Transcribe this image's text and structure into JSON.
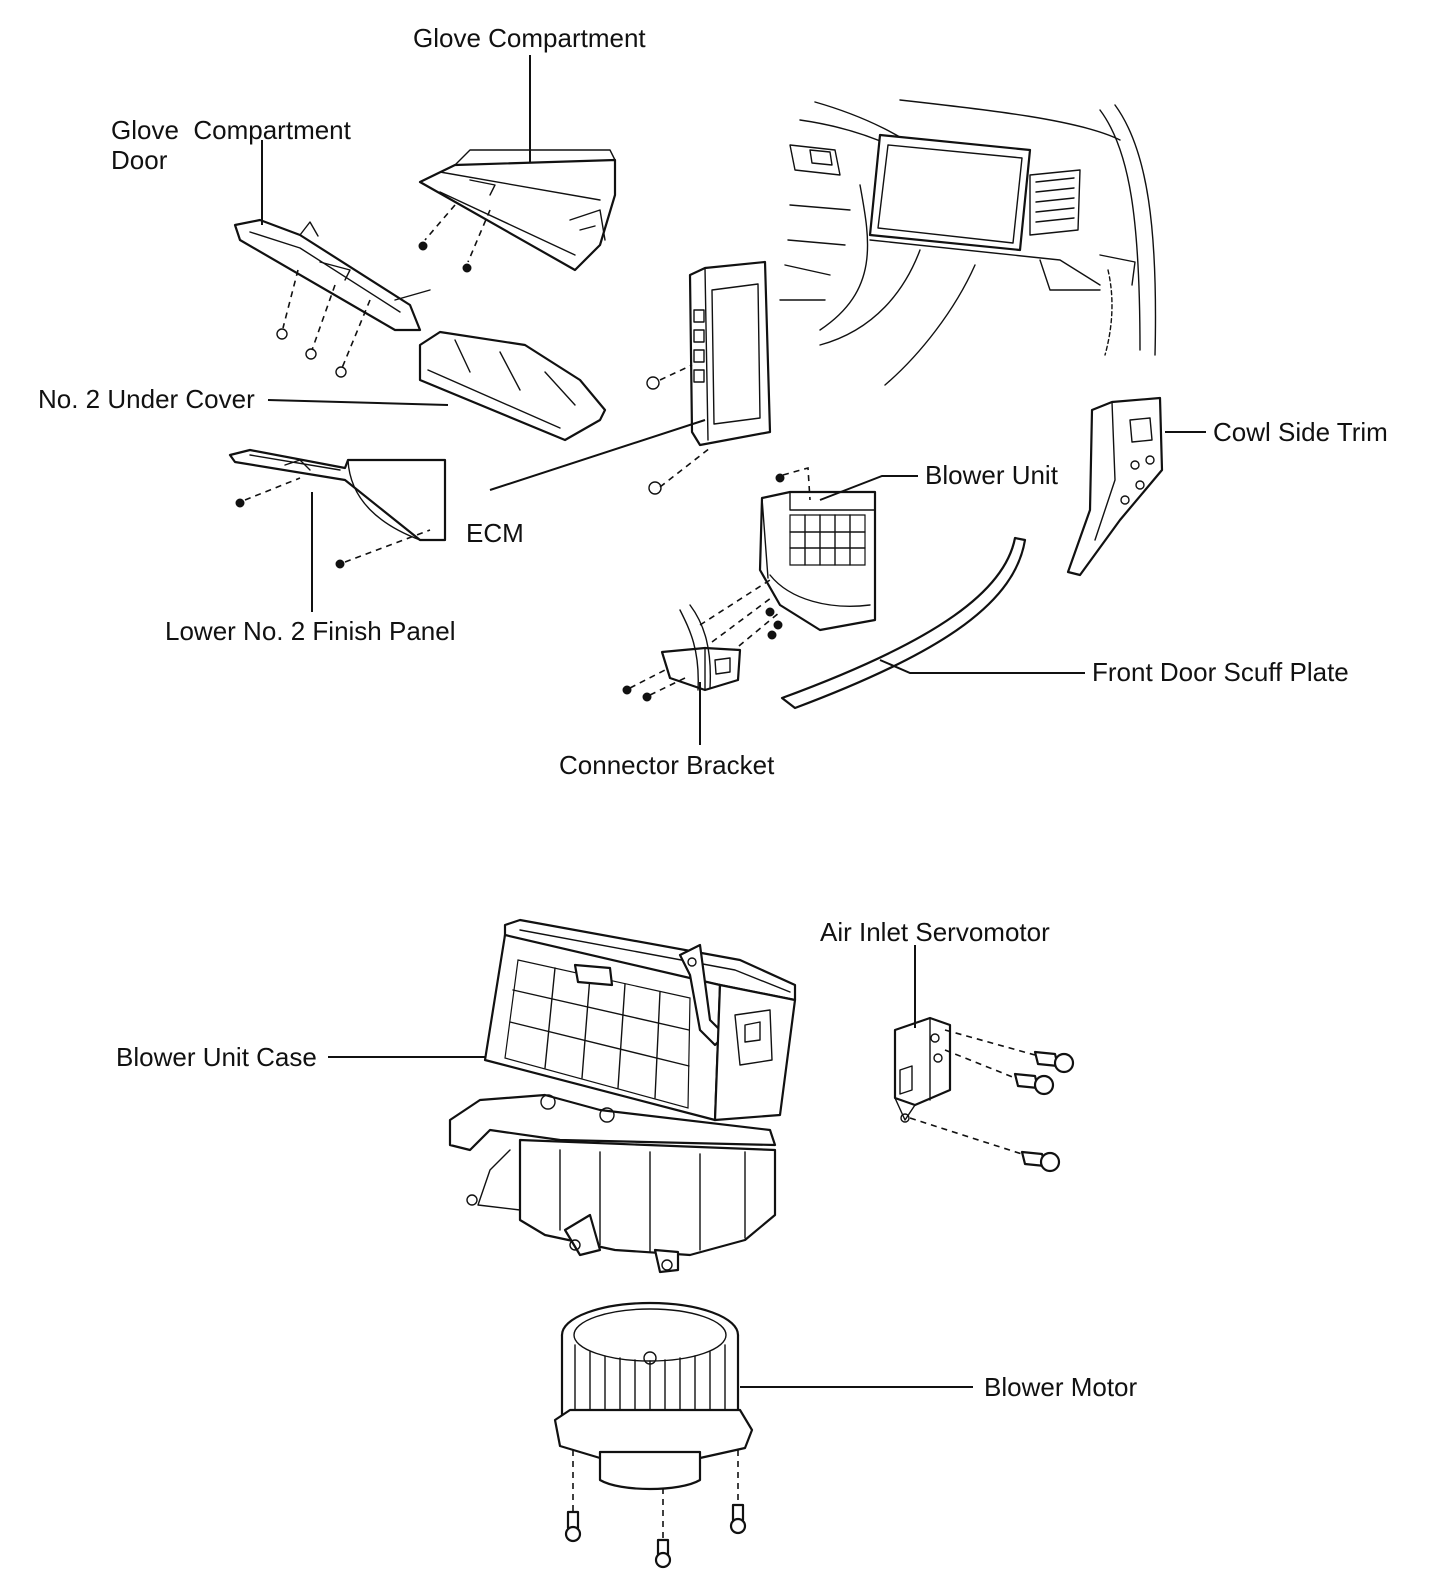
{
  "labels": {
    "glove_compartment": "Glove Compartment",
    "glove_compartment_door_1": "Glove  Compartment",
    "glove_compartment_door_2": "Door",
    "no2_under_cover": "No. 2 Under Cover",
    "ecm": "ECM",
    "lower_no2_finish_panel": "Lower No. 2 Finish Panel",
    "blower_unit": "Blower Unit",
    "cowl_side_trim": "Cowl Side Trim",
    "front_door_scuff_plate": "Front Door Scuff Plate",
    "connector_bracket": "Connector Bracket",
    "air_inlet_servomotor": "Air Inlet Servomotor",
    "blower_unit_case": "Blower Unit Case",
    "blower_motor": "Blower Motor"
  }
}
